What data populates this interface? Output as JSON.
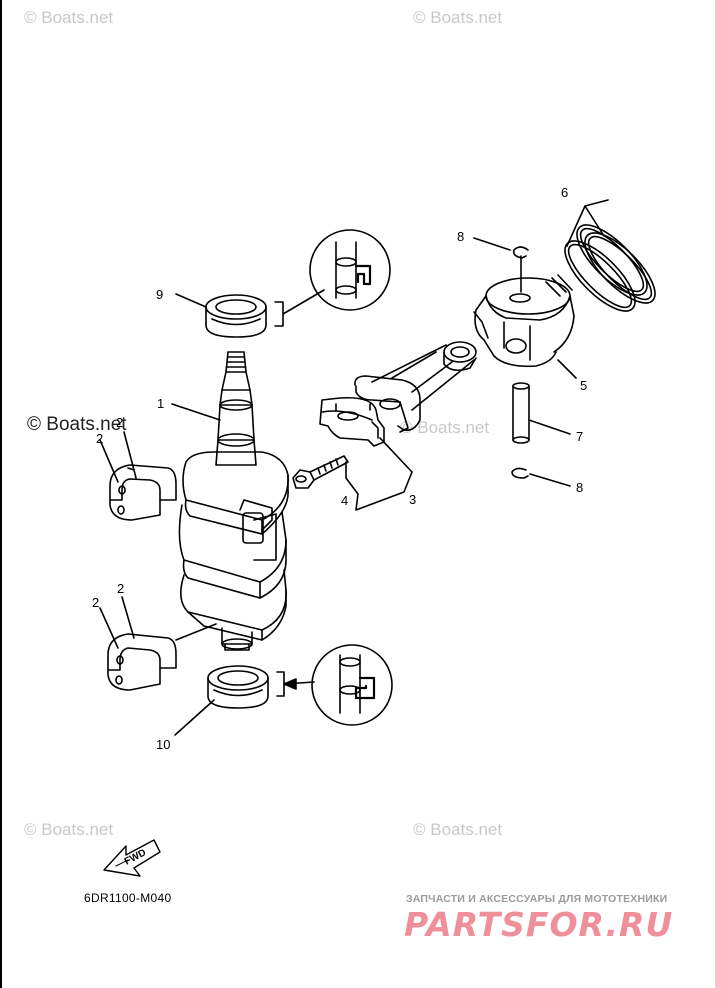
{
  "watermarks": {
    "text": "© Boats.net"
  },
  "callouts": {
    "crankshaft": "1",
    "bearing_a_left": "2",
    "bearing_a_right": "2",
    "bearing_b_left": "2",
    "bearing_b_right": "2",
    "connecting_rod": "3",
    "rod_bolt": "4",
    "piston": "5",
    "piston_rings": "6",
    "piston_pin": "7",
    "circlip_lower": "8",
    "circlip_upper": "8",
    "upper_oil_seal": "9",
    "lower_oil_seal": "10"
  },
  "fwd_arrow": {
    "label": "FWD"
  },
  "diagram_code": "6DR1100-M040",
  "shop": {
    "tagline": "ЗАПЧАСТИ И АКСЕССУАРЫ ДЛЯ МОТОТЕХНИКИ",
    "logo": "PARTSFOR.RU"
  },
  "colors": {
    "line": "#000000",
    "watermark": "#c8c8c8",
    "shop_logo": "#ef8f9a"
  }
}
